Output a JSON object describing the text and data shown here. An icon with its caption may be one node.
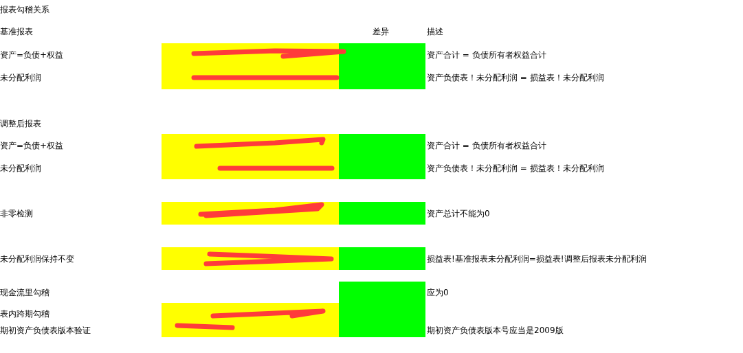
{
  "diagram": {
    "title": "报表勾稽关系",
    "labels": [
      "基准报表",
      "差异",
      "描述",
      "资产=负债+权益",
      "资产合计 = 负债所有者权益合计",
      "未分配利润",
      "资产负债表！未分配利润 = 损益表！未分配利润",
      "调整后报表",
      "资产=负债+权益",
      "资产合计 = 负债所有者权益合计",
      "未分配利润",
      "资产负债表！未分配利润 = 损益表！未分配利润",
      "非零检测",
      "资产总计不能为0",
      "未分配利润保持不变",
      "损益表!基准报表未分配利润=损益表!调整后报表未分配利润",
      "现金流里勾稽",
      "应为0",
      "表内跨期勾稽",
      "期初资产负债表版本验证",
      "期初资产负债表版本号应当是2009版"
    ]
  }
}
